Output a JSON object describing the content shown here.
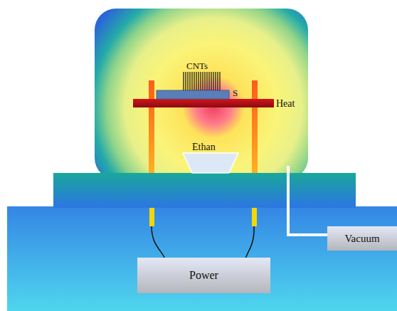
{
  "diagram": {
    "nodes": [
      {
        "text": [
          "Power"
        ]
      },
      {
        "text": [
          "Vacuum"
        ]
      }
    ],
    "labels": [
      "CNTs",
      "S",
      "Heat",
      "Ethan"
    ]
  }
}
